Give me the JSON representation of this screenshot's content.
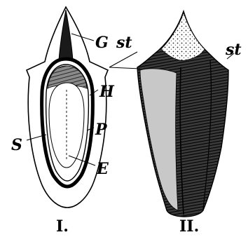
{
  "figure_labels": {
    "left": "I.",
    "right": "II."
  },
  "part_labels": {
    "G": "G",
    "st_left": "st",
    "st_right": "st",
    "H": "H",
    "P": "P",
    "S": "S",
    "E": "E"
  }
}
